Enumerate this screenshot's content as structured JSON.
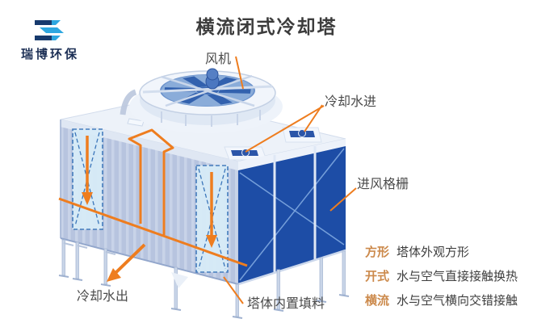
{
  "title": "横流闭式冷却塔",
  "logo": {
    "company": "瑞博环保"
  },
  "diagram": {
    "labels": {
      "fan": "风机",
      "water_inlet": "冷却水进",
      "air_inlet_grille": "进风格栅",
      "water_outlet": "冷却水出",
      "internal_filler": "塔体内置填料"
    }
  },
  "legend": {
    "items": [
      {
        "term": "方形",
        "desc": "塔体外观方形"
      },
      {
        "term": "开式",
        "desc": "水与空气直接接触换热"
      },
      {
        "term": "横流",
        "desc": "水与空气横向交错接触"
      }
    ]
  },
  "colors": {
    "accent_orange": "#ee7d1f",
    "tower_blue": "#1d4da6",
    "logo_navy": "#173a6d",
    "logo_lightblue": "#2ea7e0",
    "legend_term": "#cc8a4c",
    "panel_lightblue": "#d8ecf8",
    "title_text": "#3c3c3c"
  }
}
